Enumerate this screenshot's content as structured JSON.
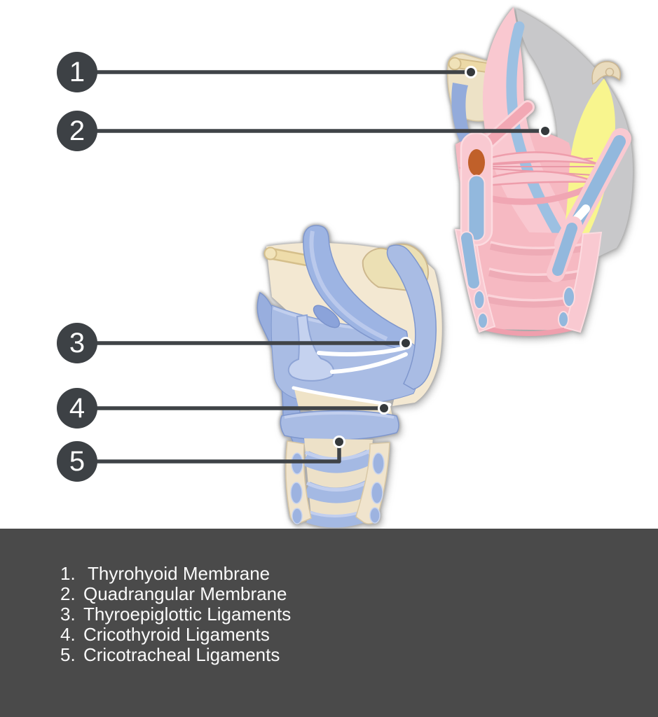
{
  "figure": {
    "description_present_in_pixels_only": true
  },
  "callouts": [
    {
      "number": "1"
    },
    {
      "number": "2"
    },
    {
      "number": "3"
    },
    {
      "number": "4"
    },
    {
      "number": "5"
    }
  ],
  "legend": {
    "items": [
      {
        "number": "1.",
        "label": "Thyrohyoid Membrane"
      },
      {
        "number": "2.",
        "label": "Quadrangular Membrane"
      },
      {
        "number": "3.",
        "label": "Thyroepiglottic Ligaments"
      },
      {
        "number": "4.",
        "label": "Cricothyroid Ligaments"
      },
      {
        "number": "5.",
        "label": "Cricotracheal Ligaments"
      }
    ]
  },
  "colors": {
    "badge": "#3d4145",
    "pointer_line": "#3f4347",
    "footer_background": "#4a4a4a",
    "legend_text": "#fafafa",
    "pink_light": "#f9c8d0",
    "pink_mid": "#f6b9c2",
    "pink_fold_edge": "#ee9dab",
    "cartilage_blue": "#92b8dd",
    "membrane_yellow": "#f8f58e",
    "pharynx_gray": "#c8c8ca",
    "bone_beige": "#ede2c6",
    "bone_tan": "#ecd9a6",
    "vessel_orange": "#c0602a",
    "blue_main": "#a9bce4",
    "blue_deep": "#8ba3da",
    "blue_pale": "#c5d2ef",
    "membrane_beige": "#f3e8d2",
    "ligament_white": "#ffffff"
  }
}
